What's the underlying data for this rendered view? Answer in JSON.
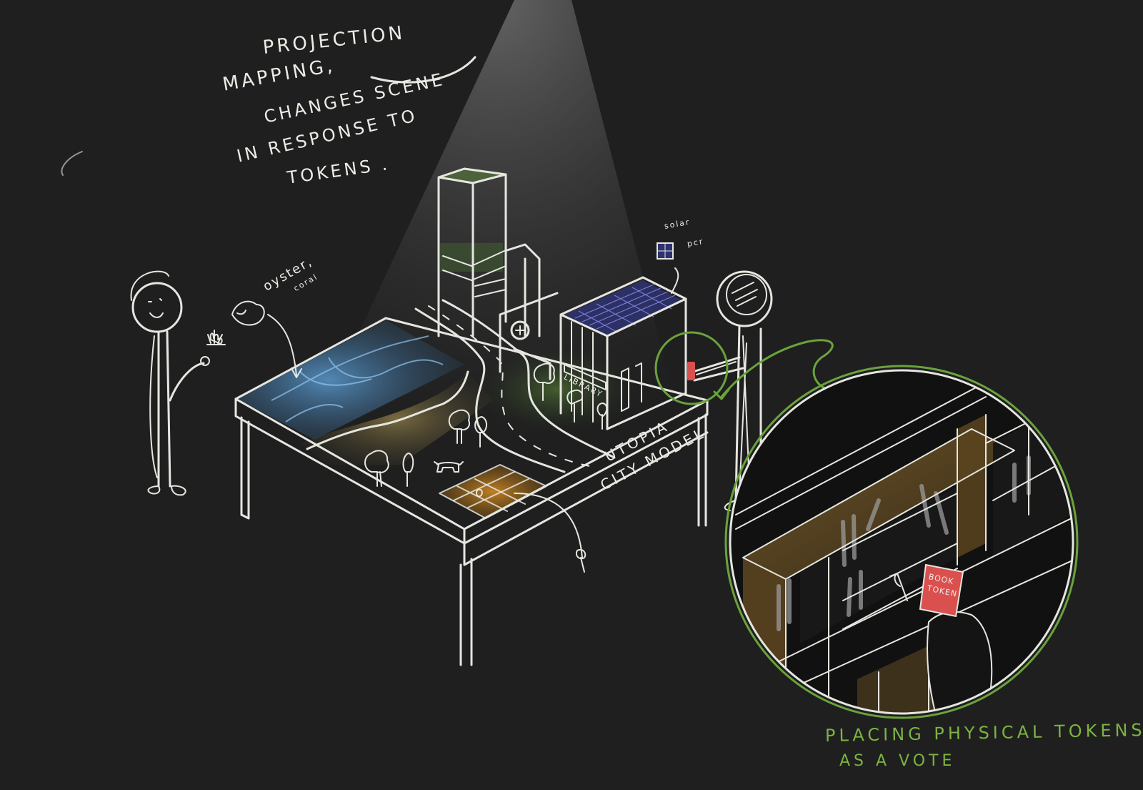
{
  "title_note": {
    "lines": [
      "PROJECTION",
      "MAPPING,",
      "CHANGES SCENE",
      "IN RESPONSE TO",
      "TOKENS ."
    ]
  },
  "labels": {
    "oyster": "oyster,",
    "coral": "coral",
    "solar": "solar",
    "pcr": "pcr",
    "library_sign": "LIBRARY",
    "table_line1": "UTOPIA",
    "table_line2": "CITY MODEL",
    "book_token_line1": "BOOK",
    "book_token_line2": "TOKEN"
  },
  "caption": {
    "line1": "PLACING  PHYSICAL TOKENS",
    "line2": "AS A VOTE"
  },
  "colors": {
    "background": "#1f1f1f",
    "chalk": "#e6e6e0",
    "accent_green": "#6aa33c",
    "water_blue": "#4a86b8",
    "sand": "#8a7a4a",
    "solar_blue": "#3a3f8a",
    "farm_orange": "#b7781e",
    "token_red": "#d9504f",
    "wood": "#6e5428"
  },
  "scene_elements": [
    "projector-light-beam",
    "city-model-table",
    "water-zone-with-oyster-reef",
    "sand-beach",
    "road",
    "green-tower",
    "library-building",
    "solar-panel-roof",
    "trees",
    "animal-figure",
    "farm-plot",
    "left-person",
    "right-person-holding-token",
    "zoom-circle-bookshelf-with-book-token"
  ]
}
